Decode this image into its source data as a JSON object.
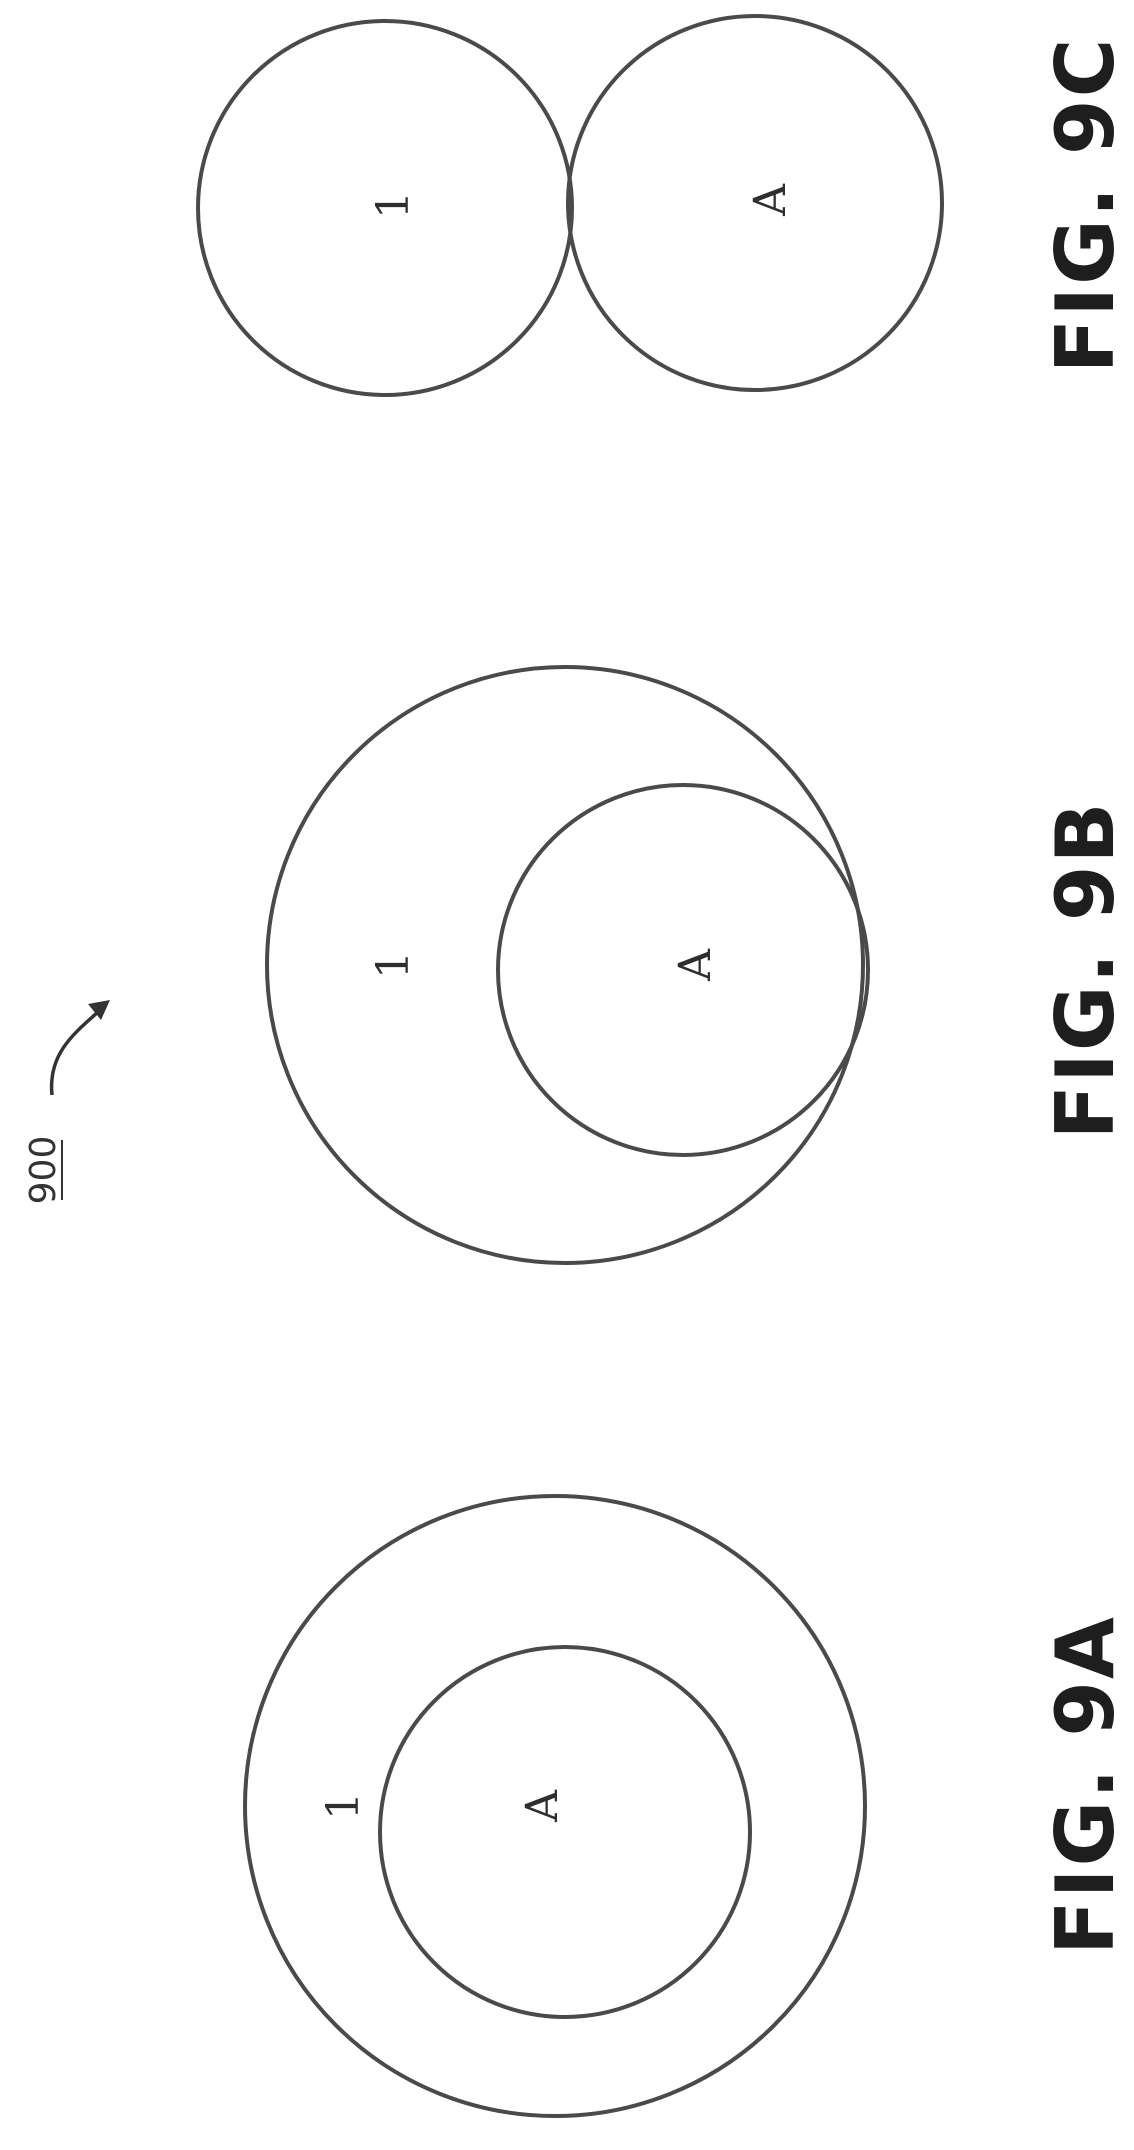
{
  "reference_numeral": "900",
  "figures": {
    "fig_9a": {
      "caption": "FIG. 9A",
      "outer_label": "1",
      "inner_label": "A"
    },
    "fig_9b": {
      "caption": "FIG. 9B",
      "outer_label": "1",
      "inner_label": "A"
    },
    "fig_9c": {
      "caption": "FIG. 9C",
      "left_label": "1",
      "right_label": "A"
    }
  },
  "colors": {
    "line": "#4a4a4a",
    "text": "#1e1e1e",
    "background": "#ffffff"
  }
}
